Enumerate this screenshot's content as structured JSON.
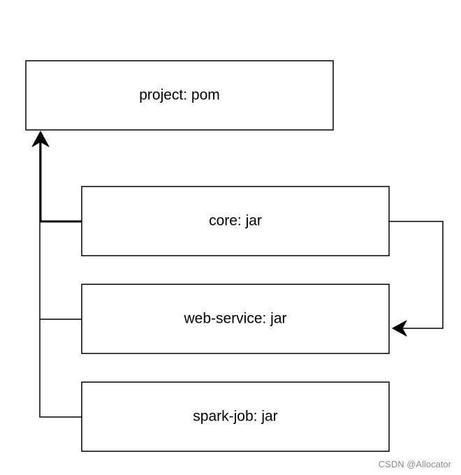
{
  "nodes": {
    "project": {
      "label": "project: pom"
    },
    "core": {
      "label": "core: jar"
    },
    "web_service": {
      "label": "web-service: jar"
    },
    "spark_job": {
      "label": "spark-job: jar"
    }
  },
  "edges": [
    {
      "from": "core",
      "to": "project",
      "kind": "parent"
    },
    {
      "from": "web_service",
      "to": "project",
      "kind": "parent"
    },
    {
      "from": "spark_job",
      "to": "project",
      "kind": "parent"
    },
    {
      "from": "core",
      "to": "web_service",
      "kind": "dependency"
    }
  ],
  "watermark": "CSDN @Allocator"
}
